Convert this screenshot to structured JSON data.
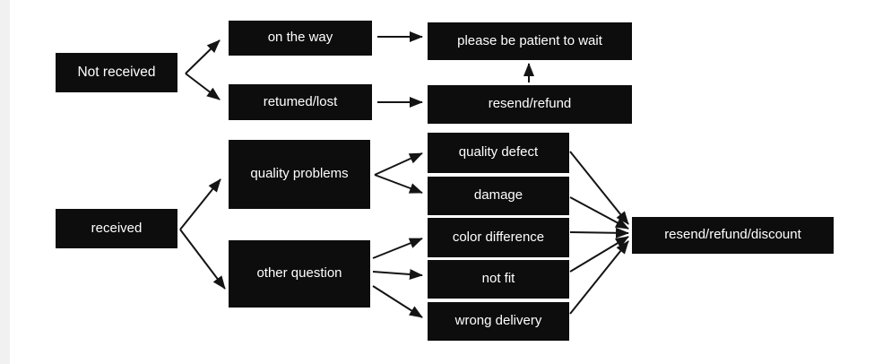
{
  "colors": {
    "background": "#ffffff",
    "left_strip": "#f1f1f1",
    "node_background": "#0d0d0d",
    "node_text": "#ffffff",
    "arrow": "#141414"
  },
  "nodes": {
    "not_received": {
      "label": "Not received"
    },
    "on_the_way": {
      "label": "on the way"
    },
    "returned_lost": {
      "label": "retumed/lost"
    },
    "please_wait": {
      "label": "please be patient to wait"
    },
    "resend_refund": {
      "label": "resend/refund"
    },
    "received": {
      "label": "received"
    },
    "quality_problems": {
      "label": "quality problems"
    },
    "other_question": {
      "label": "other question"
    },
    "quality_defect": {
      "label": "quality defect"
    },
    "damage": {
      "label": "damage"
    },
    "color_difference": {
      "label": "color difference"
    },
    "not_fit": {
      "label": "not fit"
    },
    "wrong_delivery": {
      "label": "wrong delivery"
    },
    "resend_refund_discount": {
      "label": "resend/refund/discount"
    }
  },
  "edges": [
    {
      "from": "not_received",
      "to": "on_the_way"
    },
    {
      "from": "not_received",
      "to": "returned_lost"
    },
    {
      "from": "on_the_way",
      "to": "please_wait"
    },
    {
      "from": "returned_lost",
      "to": "resend_refund"
    },
    {
      "from": "resend_refund",
      "to": "please_wait"
    },
    {
      "from": "received",
      "to": "quality_problems"
    },
    {
      "from": "received",
      "to": "other_question"
    },
    {
      "from": "quality_problems",
      "to": "quality_defect"
    },
    {
      "from": "quality_problems",
      "to": "damage"
    },
    {
      "from": "other_question",
      "to": "color_difference"
    },
    {
      "from": "other_question",
      "to": "not_fit"
    },
    {
      "from": "other_question",
      "to": "wrong_delivery"
    },
    {
      "from": "quality_defect",
      "to": "resend_refund_discount"
    },
    {
      "from": "damage",
      "to": "resend_refund_discount"
    },
    {
      "from": "color_difference",
      "to": "resend_refund_discount"
    },
    {
      "from": "not_fit",
      "to": "resend_refund_discount"
    },
    {
      "from": "wrong_delivery",
      "to": "resend_refund_discount"
    }
  ]
}
